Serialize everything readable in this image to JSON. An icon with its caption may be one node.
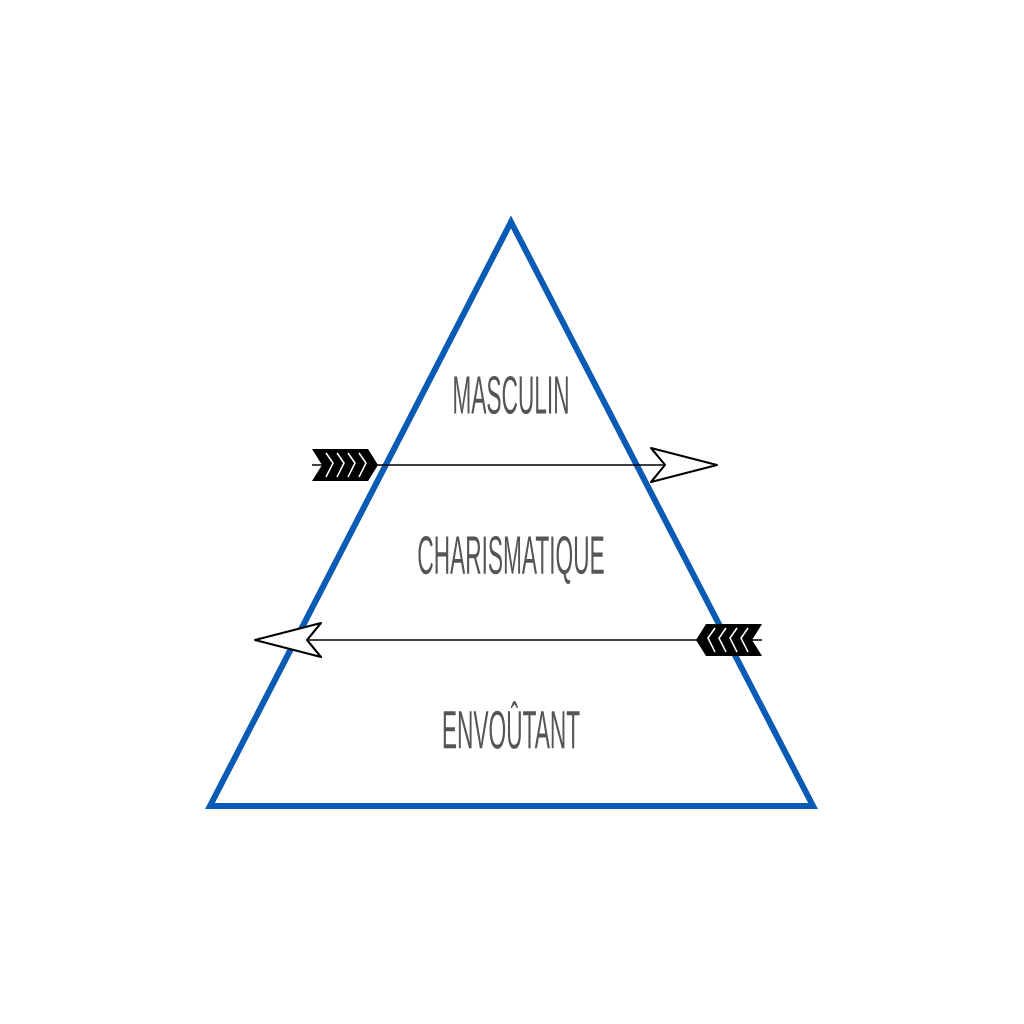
{
  "diagram": {
    "nodes": [
      {
        "text": [
          "MASCULIN",
          "CHARISMATIQUE",
          "ENVOÛTANT"
        ]
      }
    ]
  }
}
